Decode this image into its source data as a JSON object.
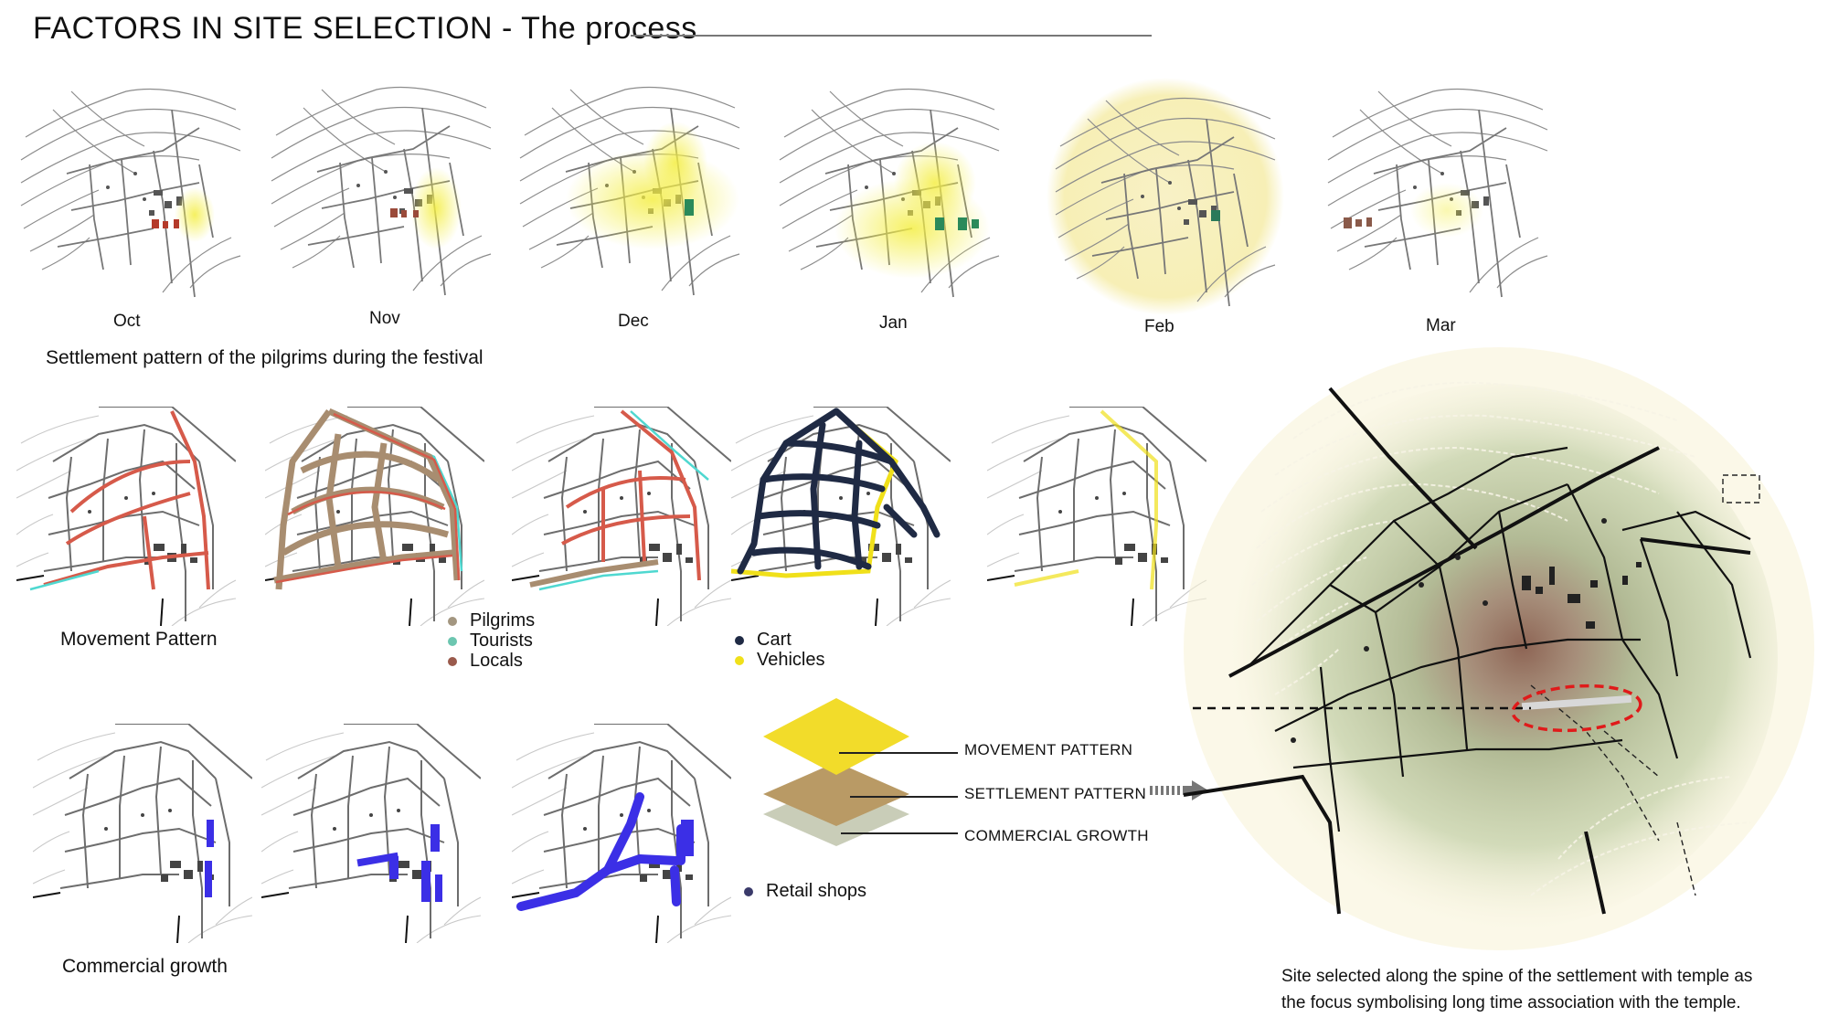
{
  "title": "FACTORS IN SITE SELECTION - The process",
  "months": [
    "Oct",
    "Nov",
    "Dec",
    "Jan",
    "Feb",
    "Mar"
  ],
  "sections": {
    "settlement": "Settlement pattern of the pilgrims during the festival",
    "movement": "Movement Pattern",
    "commercial": "Commercial growth"
  },
  "legend_people": [
    {
      "label": "Pilgrims",
      "color": "#a39680"
    },
    {
      "label": "Tourists",
      "color": "#6cc6b0"
    },
    {
      "label": "Locals",
      "color": "#9a5a4c"
    }
  ],
  "legend_transport": [
    {
      "label": "Cart",
      "color": "#1f2a44"
    },
    {
      "label": "Vehicles",
      "color": "#f0e01a"
    }
  ],
  "layers": [
    {
      "label": "MOVEMENT PATTERN",
      "color": "#f2dc2a"
    },
    {
      "label": "SETTLEMENT PATTERN",
      "color": "#b99a65"
    },
    {
      "label": "COMMERCIAL GROWTH",
      "color": "#c9cdb8"
    }
  ],
  "legend_retail": {
    "label": "Retail shops",
    "color": "#3a3a6a"
  },
  "site_caption": [
    "Site selected along the spine of the settlement with temple as",
    "the focus symbolising long time association with the temple."
  ],
  "colors": {
    "map_line": "#8c8c8c",
    "highlight_yellow": "#f2ea3a",
    "pilgrim_route": "#a88d70",
    "local_route": "#d65a4a",
    "tourist_route": "#4fd8d0",
    "cart_route": "#1f2a44",
    "vehicle_route": "#f0e01a",
    "retail": "#3b2fe6",
    "site_outline": "#e01a1a"
  }
}
